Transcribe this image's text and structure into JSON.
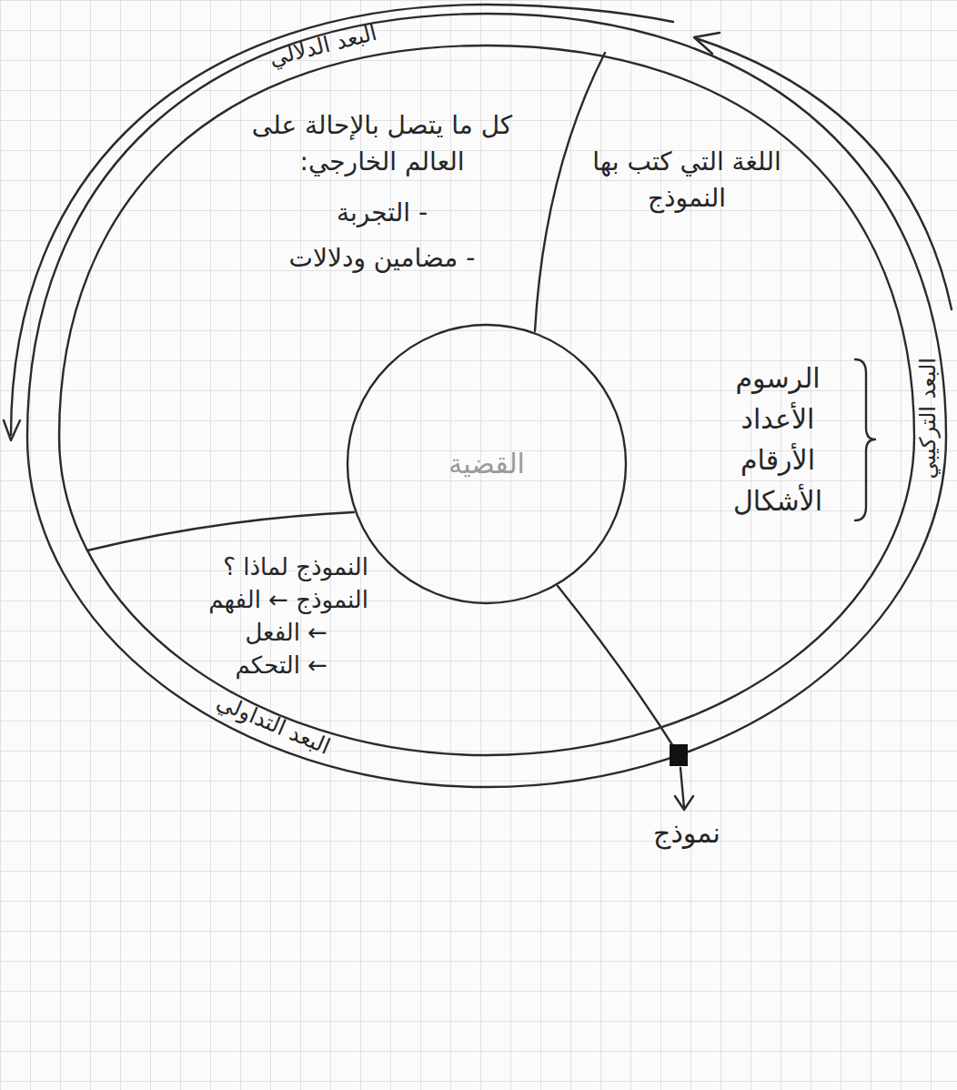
{
  "diagram": {
    "nodes": [
      {
        "text": [
          "كل ما يتصل بالإحالة على العالم الخارجي:",
          "- التجربة",
          "- مضامين ودلالات"
        ]
      },
      {
        "text": [
          "اللغة التي كتب بها النموذج",
          "الرسوم",
          "الأعداد",
          "الأرقام",
          "الأشكال"
        ]
      },
      {
        "text": [
          "القضية"
        ]
      },
      {
        "text": [
          "النموذج لماذا ؟",
          "النموذج ← الفهم",
          "← الفعل",
          "← التحكم"
        ]
      }
    ],
    "labels": [
      "البعد الدلالي",
      "البعد التركيبي",
      "البعد التداولي",
      "نموذج"
    ]
  }
}
